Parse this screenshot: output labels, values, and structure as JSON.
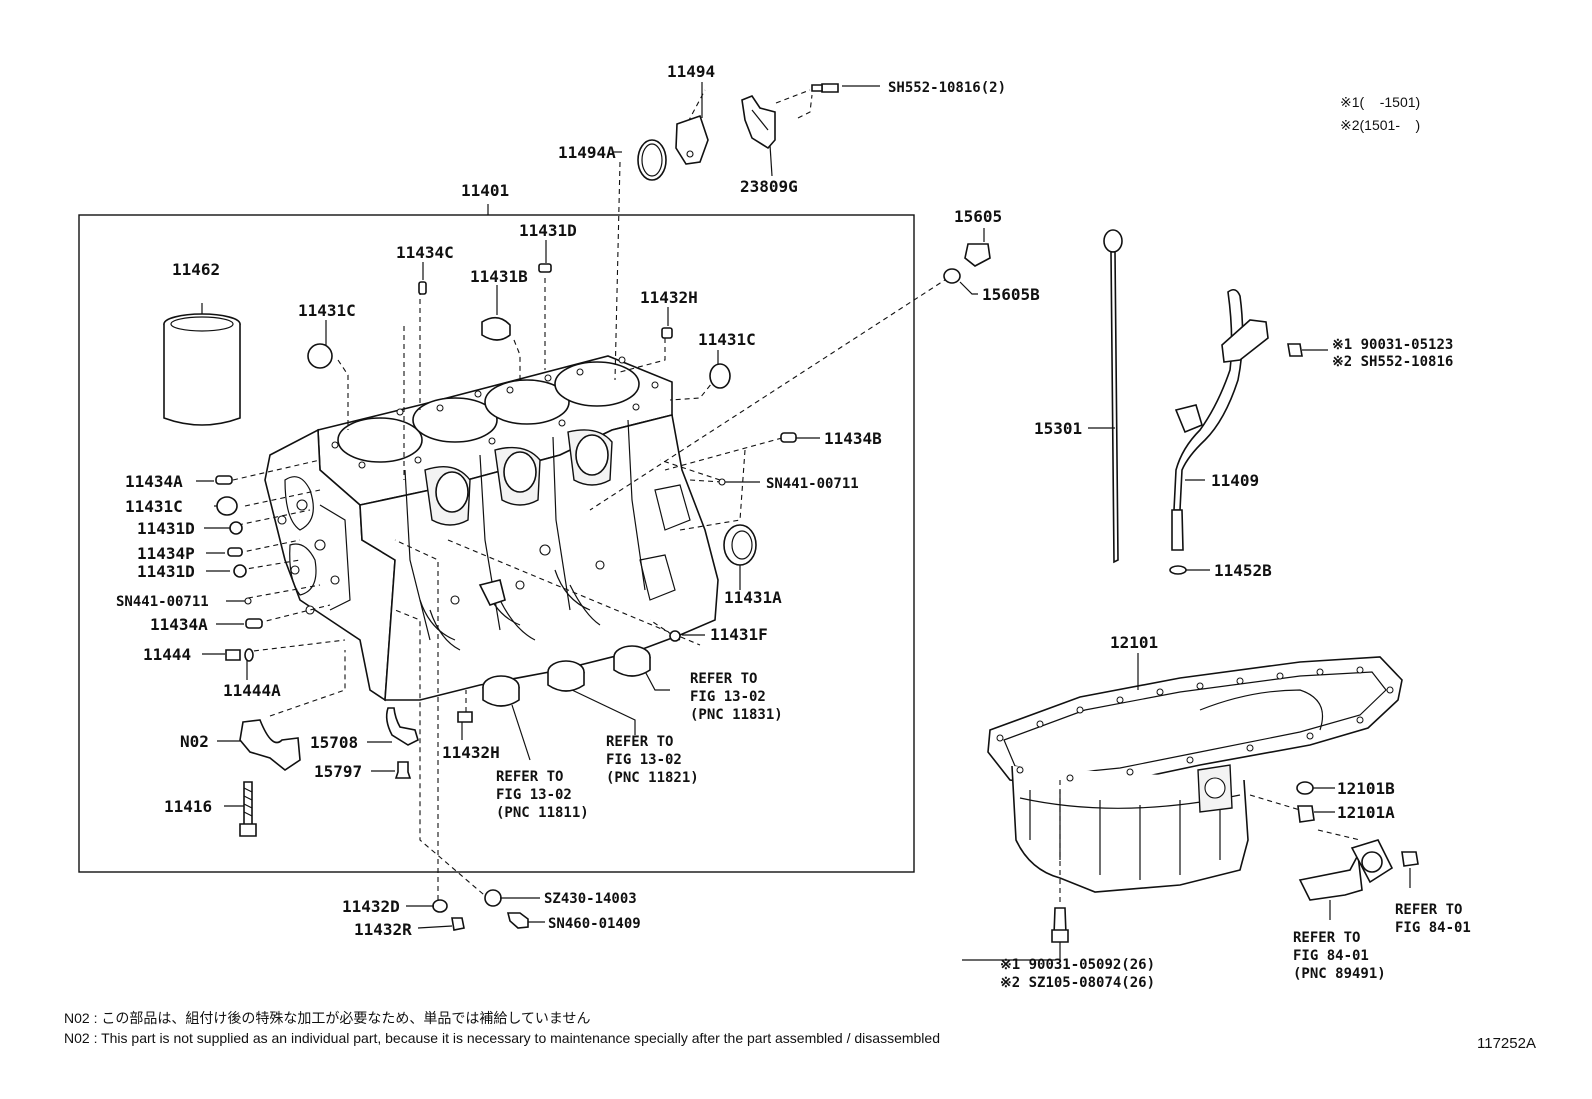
{
  "labels": {
    "p11494": "11494",
    "p11494a": "11494A",
    "p23809g": "23809G",
    "sh552_10816_2": "SH552-10816(2)",
    "p11401": "11401",
    "p11462": "11462",
    "p11434c": "11434C",
    "p11431d_top": "11431D",
    "p11431b": "11431B",
    "p11431c_left": "11431C",
    "p11432h_top": "11432H",
    "p11431c_right": "11431C",
    "p11434b": "11434B",
    "sn441_right": "SN441-00711",
    "p11434a_1": "11434A",
    "p11431c_side": "11431C",
    "p11431d_1": "11431D",
    "p11434p": "11434P",
    "p11431d_2": "11431D",
    "sn441_left": "SN441-00711",
    "p11434a_2": "11434A",
    "p11444": "11444",
    "p11444a": "11444A",
    "p11431a": "11431A",
    "p11431f": "11431F",
    "n02": "N02",
    "p15708": "15708",
    "p15797": "15797",
    "p11416": "11416",
    "p11432h_bottom": "11432H",
    "p15605": "15605",
    "p15605b": "15605B",
    "p15301": "15301",
    "p11409": "11409",
    "p11452b": "11452B",
    "dipstick_bolt_1": "※1 90031-05123",
    "dipstick_bolt_2": "※2 SH552-10816",
    "p12101": "12101",
    "p12101b": "12101B",
    "p12101a": "12101A",
    "pan_bolt_1": "※1 90031-05092(26)",
    "pan_bolt_2": "※2 SZ105-08074(26)",
    "p11432d": "11432D",
    "p11432r": "11432R",
    "sz430": "SZ430-14003",
    "sn460": "SN460-01409"
  },
  "refers": {
    "r11831": [
      "REFER TO",
      "FIG 13-02",
      "(PNC 11831)"
    ],
    "r11821": [
      "REFER TO",
      "FIG 13-02",
      "(PNC 11821)"
    ],
    "r11811": [
      "REFER TO",
      "FIG 13-02",
      "(PNC 11811)"
    ],
    "r89491": [
      "REFER TO",
      "FIG 84-01",
      "(PNC 89491)"
    ],
    "r8401": [
      "REFER TO",
      "FIG 84-01"
    ]
  },
  "legend": {
    "line1": "※1(    -1501)",
    "line2": "※2(1501-    )"
  },
  "notes": {
    "jp": "N02 : この部品は、組付け後の特殊な加工が必要なため、単品では補給していません",
    "en": "N02 : This part is not supplied as an individual part, because it is necessary to maintenance specially after the part assembled / disassembled"
  },
  "figure_number": "117252A"
}
